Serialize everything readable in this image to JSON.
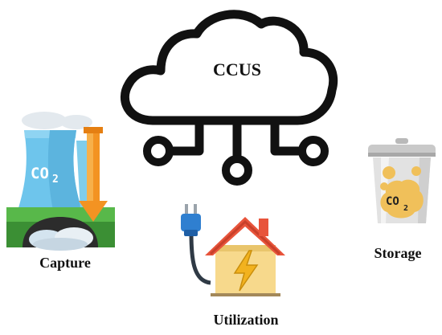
{
  "title": "CCUS",
  "nodes": {
    "capture": {
      "label": "Capture",
      "icon": "power-plant-co2-capture-icon",
      "badge": "CO2"
    },
    "utilization": {
      "label": "Utilization",
      "icon": "house-plug-energy-icon"
    },
    "storage": {
      "label": "Storage",
      "icon": "co2-storage-bin-icon",
      "badge": "CO2"
    }
  },
  "colors": {
    "outline": "#111111",
    "tower": "#6ec5ec",
    "arrow": "#f39322",
    "ground": "#58b84a",
    "roof": "#e8543b",
    "house_wall": "#f7d98c",
    "bolt": "#f2b21f",
    "plug": "#2f7fd0",
    "bin": "#dcdcdc",
    "co2_blob": "#f0c05a"
  }
}
